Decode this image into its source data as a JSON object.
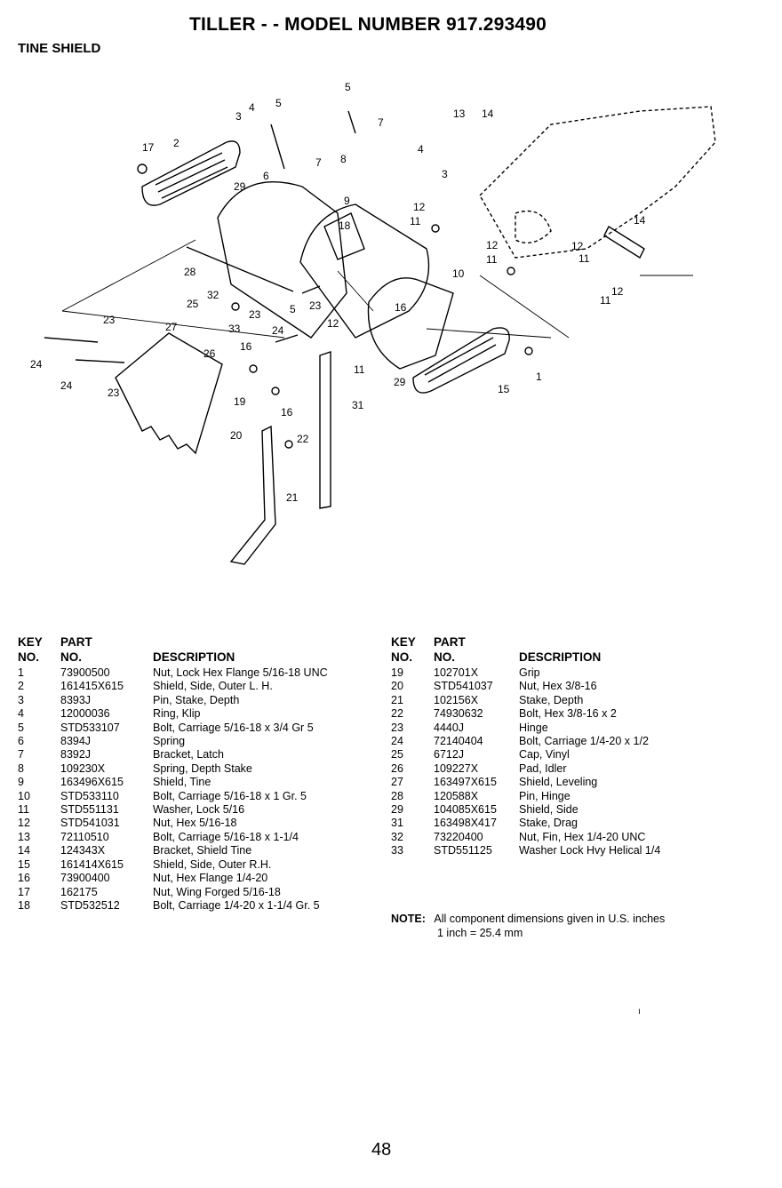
{
  "header": {
    "title": "TILLER - - MODEL NUMBER 917.293490",
    "section": "TINE SHIELD"
  },
  "diagram": {
    "callouts": [
      "1",
      "2",
      "3",
      "4",
      "5",
      "6",
      "7",
      "8",
      "9",
      "10",
      "11",
      "12",
      "13",
      "14",
      "15",
      "16",
      "17",
      "18",
      "19",
      "20",
      "21",
      "22",
      "23",
      "24",
      "25",
      "26",
      "27",
      "28",
      "29",
      "31",
      "32",
      "33"
    ]
  },
  "table_headers": {
    "key_line1": "KEY",
    "key_line2": "NO.",
    "part_line1": "PART",
    "part_line2": "NO.",
    "description": "DESCRIPTION"
  },
  "parts_left": [
    {
      "key": "1",
      "part": "73900500",
      "desc": "Nut, Lock Hex Flange 5/16-18 UNC"
    },
    {
      "key": "2",
      "part": "161415X615",
      "desc": "Shield, Side, Outer L. H."
    },
    {
      "key": "3",
      "part": "8393J",
      "desc": "Pin, Stake, Depth"
    },
    {
      "key": "4",
      "part": "12000036",
      "desc": "Ring, Klip"
    },
    {
      "key": "5",
      "part": "STD533107",
      "desc": "Bolt, Carriage 5/16-18 x 3/4 Gr 5"
    },
    {
      "key": "6",
      "part": "8394J",
      "desc": "Spring"
    },
    {
      "key": "7",
      "part": "8392J",
      "desc": "Bracket, Latch"
    },
    {
      "key": "8",
      "part": "109230X",
      "desc": "Spring, Depth Stake"
    },
    {
      "key": "9",
      "part": "163496X615",
      "desc": "Shield, Tine"
    },
    {
      "key": "10",
      "part": "STD533110",
      "desc": "Bolt, Carriage 5/16-18 x 1 Gr. 5"
    },
    {
      "key": "11",
      "part": "STD551131",
      "desc": "Washer, Lock 5/16"
    },
    {
      "key": "12",
      "part": "STD541031",
      "desc": "Nut, Hex 5/16-18"
    },
    {
      "key": "13",
      "part": "72110510",
      "desc": "Bolt, Carriage 5/16-18 x 1-1/4"
    },
    {
      "key": "14",
      "part": "124343X",
      "desc": "Bracket, Shield Tine"
    },
    {
      "key": "15",
      "part": "161414X615",
      "desc": "Shield, Side, Outer R.H."
    },
    {
      "key": "16",
      "part": "73900400",
      "desc": "Nut, Hex Flange 1/4-20"
    },
    {
      "key": "17",
      "part": "162175",
      "desc": "Nut, Wing Forged 5/16-18"
    },
    {
      "key": "18",
      "part": "STD532512",
      "desc": "Bolt, Carriage 1/4-20 x 1-1/4 Gr. 5"
    }
  ],
  "parts_right": [
    {
      "key": "19",
      "part": "102701X",
      "desc": "Grip"
    },
    {
      "key": "20",
      "part": "STD541037",
      "desc": "Nut, Hex 3/8-16"
    },
    {
      "key": "21",
      "part": "102156X",
      "desc": "Stake, Depth"
    },
    {
      "key": "22",
      "part": "74930632",
      "desc": "Bolt, Hex 3/8-16 x 2"
    },
    {
      "key": "23",
      "part": "4440J",
      "desc": "Hinge"
    },
    {
      "key": "24",
      "part": "72140404",
      "desc": "Bolt, Carriage 1/4-20 x 1/2"
    },
    {
      "key": "25",
      "part": "6712J",
      "desc": "Cap, Vinyl"
    },
    {
      "key": "26",
      "part": "109227X",
      "desc": "Pad, Idler"
    },
    {
      "key": "27",
      "part": "163497X615",
      "desc": "Shield, Leveling"
    },
    {
      "key": "28",
      "part": "120588X",
      "desc": "Pin, Hinge"
    },
    {
      "key": "29",
      "part": "104085X615",
      "desc": "Shield, Side"
    },
    {
      "key": "31",
      "part": "163498X417",
      "desc": "Stake, Drag"
    },
    {
      "key": "32",
      "part": "73220400",
      "desc": "Nut, Fin, Hex 1/4-20 UNC"
    },
    {
      "key": "33",
      "part": "STD551125",
      "desc": "Washer Lock Hvy Helical 1/4"
    }
  ],
  "note": {
    "label": "NOTE:",
    "line1": "All component dimensions given in U.S. inches",
    "line2": "1 inch = 25.4 mm"
  },
  "stray_mark": "ı",
  "page_number": "48"
}
